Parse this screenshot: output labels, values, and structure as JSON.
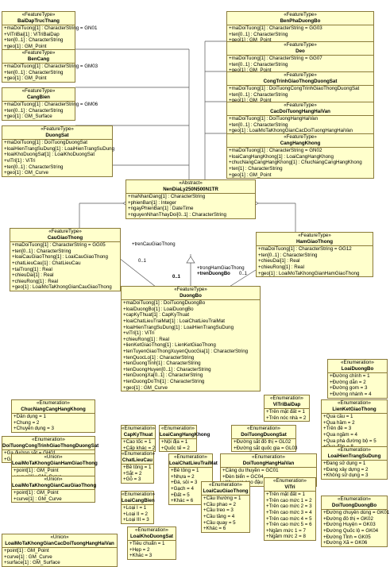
{
  "diagram": {
    "classes": [
      {
        "id": "c1",
        "stereotype": "«FeatureType»",
        "name": "BaiDapTrucThang",
        "attrs": [
          "+maDoiTuong[1] : CharacterString = GN01",
          "+ViTriBai[1] : ViTriBaiDap",
          "+ten[0..1] : CharacterString",
          "+geo[1] : GM_Point"
        ]
      },
      {
        "id": "c2",
        "stereotype": "«FeatureType»",
        "name": "BenPhaDuongBo",
        "attrs": [
          "+maDoiTuong[1] : CharacterString = GG03",
          "+ten[0..1] : CharacterString",
          "+geo[1] : GM_Point"
        ]
      },
      {
        "id": "c3",
        "stereotype": "«FeatureType»",
        "name": "BenCang",
        "attrs": [
          "+maDoiTuong[1] : CharacterString = GM03",
          "+ten[0..1] : CharacterString",
          "+geo[1] : GM_Point"
        ]
      },
      {
        "id": "c4",
        "stereotype": "«FeatureType»",
        "name": "Deo",
        "attrs": [
          "+maDoiTuong[1] : CharacterString = GG07",
          "+ten[0..1] : CharacterString",
          "+geo[1] : GM_Point"
        ]
      },
      {
        "id": "c5",
        "stereotype": "«FeatureType»",
        "name": "CongTrinhGiaoThongDuongSat",
        "attrs": [
          "+maDoiTuong[1] : DoiTuongCongTrinhGiaoThongDuongSat",
          "+ten[0..1] : CharacterString",
          "+geo[1] : GM_Point"
        ]
      },
      {
        "id": "c6",
        "stereotype": "«FeatureType»",
        "name": "CangBien",
        "attrs": [
          "+maDoiTuong[1] : CharacterString = GM06",
          "+ten[0..1] : CharacterString",
          "+geo[1] : GM_Surface"
        ]
      },
      {
        "id": "c7",
        "stereotype": "«FeatureType»",
        "name": "CacDoiTuongHangHaiVan",
        "attrs": [
          "+maDoiTuong[1] : DoiTuongHangHaiVan",
          "+ten[0..1] : CharacterString",
          "+geo[1] : LoaiMoTaKhongGianCacDoiTuongHangHaiVan"
        ]
      },
      {
        "id": "c8",
        "stereotype": "«FeatureType»",
        "name": "DuongSat",
        "attrs": [
          "+maDoiTuong[1] : DoiTuongDuongSat",
          "+loaiHienTrangSuDung[1] : LoaiHienTrangSuDung",
          "+loaiKhoDuongSat[1] : LoaiKhoDuongSat",
          "+viTri[1] : ViTri",
          "+ten[0..1] : CharacterString",
          "+geo[1] : GM_Curve"
        ]
      },
      {
        "id": "c9",
        "stereotype": "«FeatureType»",
        "name": "CangHangKhong",
        "attrs": [
          "+maDoiTuong[1] : CharacterString = GN02",
          "+loaiCangHangKhong[1] : LoaiCangHangKhong",
          "+chucNangCangHangKhong[1] : ChucNangCangHangKhong",
          "+ten[1] : CharacterString",
          "+geo[1] : GM_Point"
        ]
      },
      {
        "id": "c10",
        "stereotype": "«Abstract»",
        "name": "NenDiaLy250N500N1TR",
        "attrs": [
          "+maNhanDang[1] : CharacterString",
          "+phienBan[1] : Integer",
          "+ngayPhienBan[1] : DateTime",
          "+nguyenNhanThayDoi[0..1] : CharacterString"
        ]
      },
      {
        "id": "c11",
        "stereotype": "«FeatureType»",
        "name": "CauGiaoThong",
        "attrs": [
          "+maDoiTuong[1] : CharacterString = GG05",
          "+ten[0..1] : CharacterString",
          "+loaiCauGiaoThong[1] : LoaiCauGiaoThong",
          "+chatLieuCau[1] : ChatLieuCau",
          "+taiTrong[1] : Real",
          "+chieuDai[1] : Real",
          "+chieuRong[1] : Real",
          "+geo[1] : LoaiMoTaKhongGianCauGiaoThong"
        ]
      },
      {
        "id": "c12",
        "stereotype": "«FeatureType»",
        "name": "HamGiaoThong",
        "attrs": [
          "+maDoiTuong[1] : CharacterString = GG12",
          "+ten[0..1] : CharacterString",
          "+chieuDai[1] : Real",
          "+chieuRong[1] : Real",
          "+geo[1] : LoaiMoTaKhongGianHamGiaoThong"
        ]
      },
      {
        "id": "c13",
        "stereotype": "«FeatureType»",
        "name": "DuongBo",
        "attrs": [
          "+maDoiTuong[1] : DoiTuongDuongBo",
          "+loaiDuongBo[1] : LoaiDuongBo",
          "+capKyThuat[1] : CapKyThuat",
          "+loaiChatLieuTraiMat[1] : LoaiChatLieuTraiMat",
          "+loaiHienTrangSuDung[1] : LoaiHienTrangSuDung",
          "+viTri[1] : ViTri",
          "+chieuRong[1] : Real",
          "+lienKetGiaoThong[1] : LienKetGiaoThong",
          "+tenTuyenGiaoThongXuyenQuocGia[1] : CharacterString",
          "+tenQuocLo[1] : CharacterString",
          "+tenDuongTinh[1] : CharacterString",
          "+tenDuongHuyen[0..1] : CharacterString",
          "+tenDuongXa[0..1] : CharacterString",
          "+tenDuongDoThi[1] : CharacterString",
          "+geo[1] : GM_Curve"
        ]
      },
      {
        "id": "e1",
        "stereotype": "«Enumeration»",
        "name": "LoaiDuongBo",
        "attrs": [
          "+Đường chính = 1",
          "+Đường dẫn = 2",
          "+Đường gom = 3",
          "+Đường nhánh = 4"
        ]
      },
      {
        "id": "e2",
        "stereotype": "«Enumeration»",
        "name": "ChucNangCangHangKhong",
        "attrs": [
          "+Dân dụng = 1",
          "+Chung = 2",
          "+Chuyên dụng = 3"
        ]
      },
      {
        "id": "e3",
        "stereotype": "«Enumeration»",
        "name": "ViTriBaiDap",
        "attrs": [
          "+Trên mặt đất = 1",
          "+Trên nóc nhà = 2"
        ]
      },
      {
        "id": "e4",
        "stereotype": "«Enumeration»",
        "name": "LienKetGiaoThong",
        "attrs": [
          "+Qua cầu = 1",
          "+Qua hầm = 2",
          "+Trên đê = 3",
          "+Qua ngầm = 4",
          "+Qua phà đường bộ = 5",
          "+Qua đập = 8",
          "+Khác = 9"
        ]
      },
      {
        "id": "e5",
        "stereotype": "«Enumeration»",
        "name": "DoiTuongDuongSat",
        "attrs": [
          "+Đường sắt đô thị = GL02",
          "+Đường sắt quốc gia = GL03"
        ]
      },
      {
        "id": "e6",
        "stereotype": "«Enumeration»",
        "name": "DoiTuongCongTrinhGiaoThongDuongSat",
        "attrs": [
          "+Ga đường sắt = GH01",
          "+Ga tàu điện = GH02"
        ]
      },
      {
        "id": "e7",
        "stereotype": "«Enumeration»",
        "name": "CapKyThuat",
        "attrs": [
          "+Cao tốc = 1",
          "+Cấp khác = 2"
        ]
      },
      {
        "id": "e8",
        "stereotype": "«Enumeration»",
        "name": "LoaiCangHangKhong",
        "attrs": [
          "+Nội địa = 1",
          "+Quốc tế = 2"
        ]
      },
      {
        "id": "e9",
        "stereotype": "«Enumeration»",
        "name": "DoiTuongHangHaiVan",
        "attrs": [
          "+Cảng du thuyền = GC01",
          "+Đèn biển = GC04",
          "+Khu vực neo đậu = GC13"
        ]
      },
      {
        "id": "e10",
        "stereotype": "«Enumeration»",
        "name": "LoaiHienTrangSuDung",
        "attrs": [
          "+Đang sử dụng = 1",
          "+Đang xây dựng = 2",
          "+Không sử dụng = 3"
        ]
      },
      {
        "id": "u1",
        "stereotype": "«Union»",
        "name": "LoaiMoTaKhongGianHamGiaoThong",
        "attrs": [
          "+point[1] : GM_Point",
          "+curve[1] : GM_Curve"
        ]
      },
      {
        "id": "e11",
        "stereotype": "«Enumeration»",
        "name": "ChatLieuCau",
        "attrs": [
          "+Bê tông = 1",
          "+Sắt = 2",
          "+Gỗ = 3"
        ]
      },
      {
        "id": "e12",
        "stereotype": "«Enumeration»",
        "name": "LoaiChatLieuTraiMat",
        "attrs": [
          "+Bê tông = 1",
          "+Nhựa = 2",
          "+Đá, sỏi = 3",
          "+Gạch = 4",
          "+Đất = 5",
          "+Khác = 6"
        ]
      },
      {
        "id": "u2",
        "stereotype": "«Union»",
        "name": "LoaiMoTaKhongGianCauGiaoThong",
        "attrs": [
          "+point[1] : GM_Point",
          "+curve[1] : GM_Curve"
        ]
      },
      {
        "id": "e13",
        "stereotype": "«Enumeration»",
        "name": "LoaiCangBien",
        "attrs": [
          "+Loại I = 1",
          "+Loại II = 2",
          "+Loại III = 3"
        ]
      },
      {
        "id": "e14",
        "stereotype": "«Enumeration»",
        "name": "ViTri",
        "attrs": [
          "+Trên mặt đất = 1",
          "+Trên cao mức 1 = 2",
          "+Trên cao mức 2 = 3",
          "+Trên cao mức 3 = 4",
          "+Trên cao mức 4 = 5",
          "+Trên cao mức 5 = 6",
          "+Ngầm mức 1 = 7",
          "+Ngầm mức 2 = 8"
        ]
      },
      {
        "id": "e15",
        "stereotype": "«Enumeration»",
        "name": "LoaiCauGiaoThong",
        "attrs": [
          "+Cầu thường = 1",
          "+Cầu phao = 2",
          "+Cầu treo = 3",
          "+Cầu tầng = 4",
          "+Cầu quay = 5",
          "+Khác = 6"
        ]
      },
      {
        "id": "e16",
        "stereotype": "«Enumeration»",
        "name": "DoiTuongDuongBo",
        "attrs": [
          "+Đường chuyên dùng = GK01",
          "+Đường đô thị = GK02",
          "+Đường Huyện = GK03",
          "+Đường Quốc lộ = GK04",
          "+Đường Tỉnh = GK05",
          "+Đường Xã = GK06"
        ]
      },
      {
        "id": "u3",
        "stereotype": "«Union»",
        "name": "LoaiMoTaKhongGianCacDoiTuongHangHaiVan",
        "attrs": [
          "+point[1] : GM_Point",
          "+curve[1] : GM_Curve",
          "+surface[1] : GM_Surface"
        ]
      },
      {
        "id": "e17",
        "stereotype": "«Enumeration»",
        "name": "LoaiKhoDuongSat",
        "attrs": [
          "+Tiêu chuẩn = 1",
          "+Hẹp = 2",
          "+Khác = 3"
        ]
      }
    ],
    "association_labels": {
      "tren_cau": "+trenCauGiaoThong",
      "mult_01_left": "0..1",
      "mult_01_right": "0..1",
      "mult_01_duongbo": "0..1",
      "trong_ham": "+trongHamGiaoThong",
      "tren_duongbo": "+trenDuongBo"
    }
  }
}
